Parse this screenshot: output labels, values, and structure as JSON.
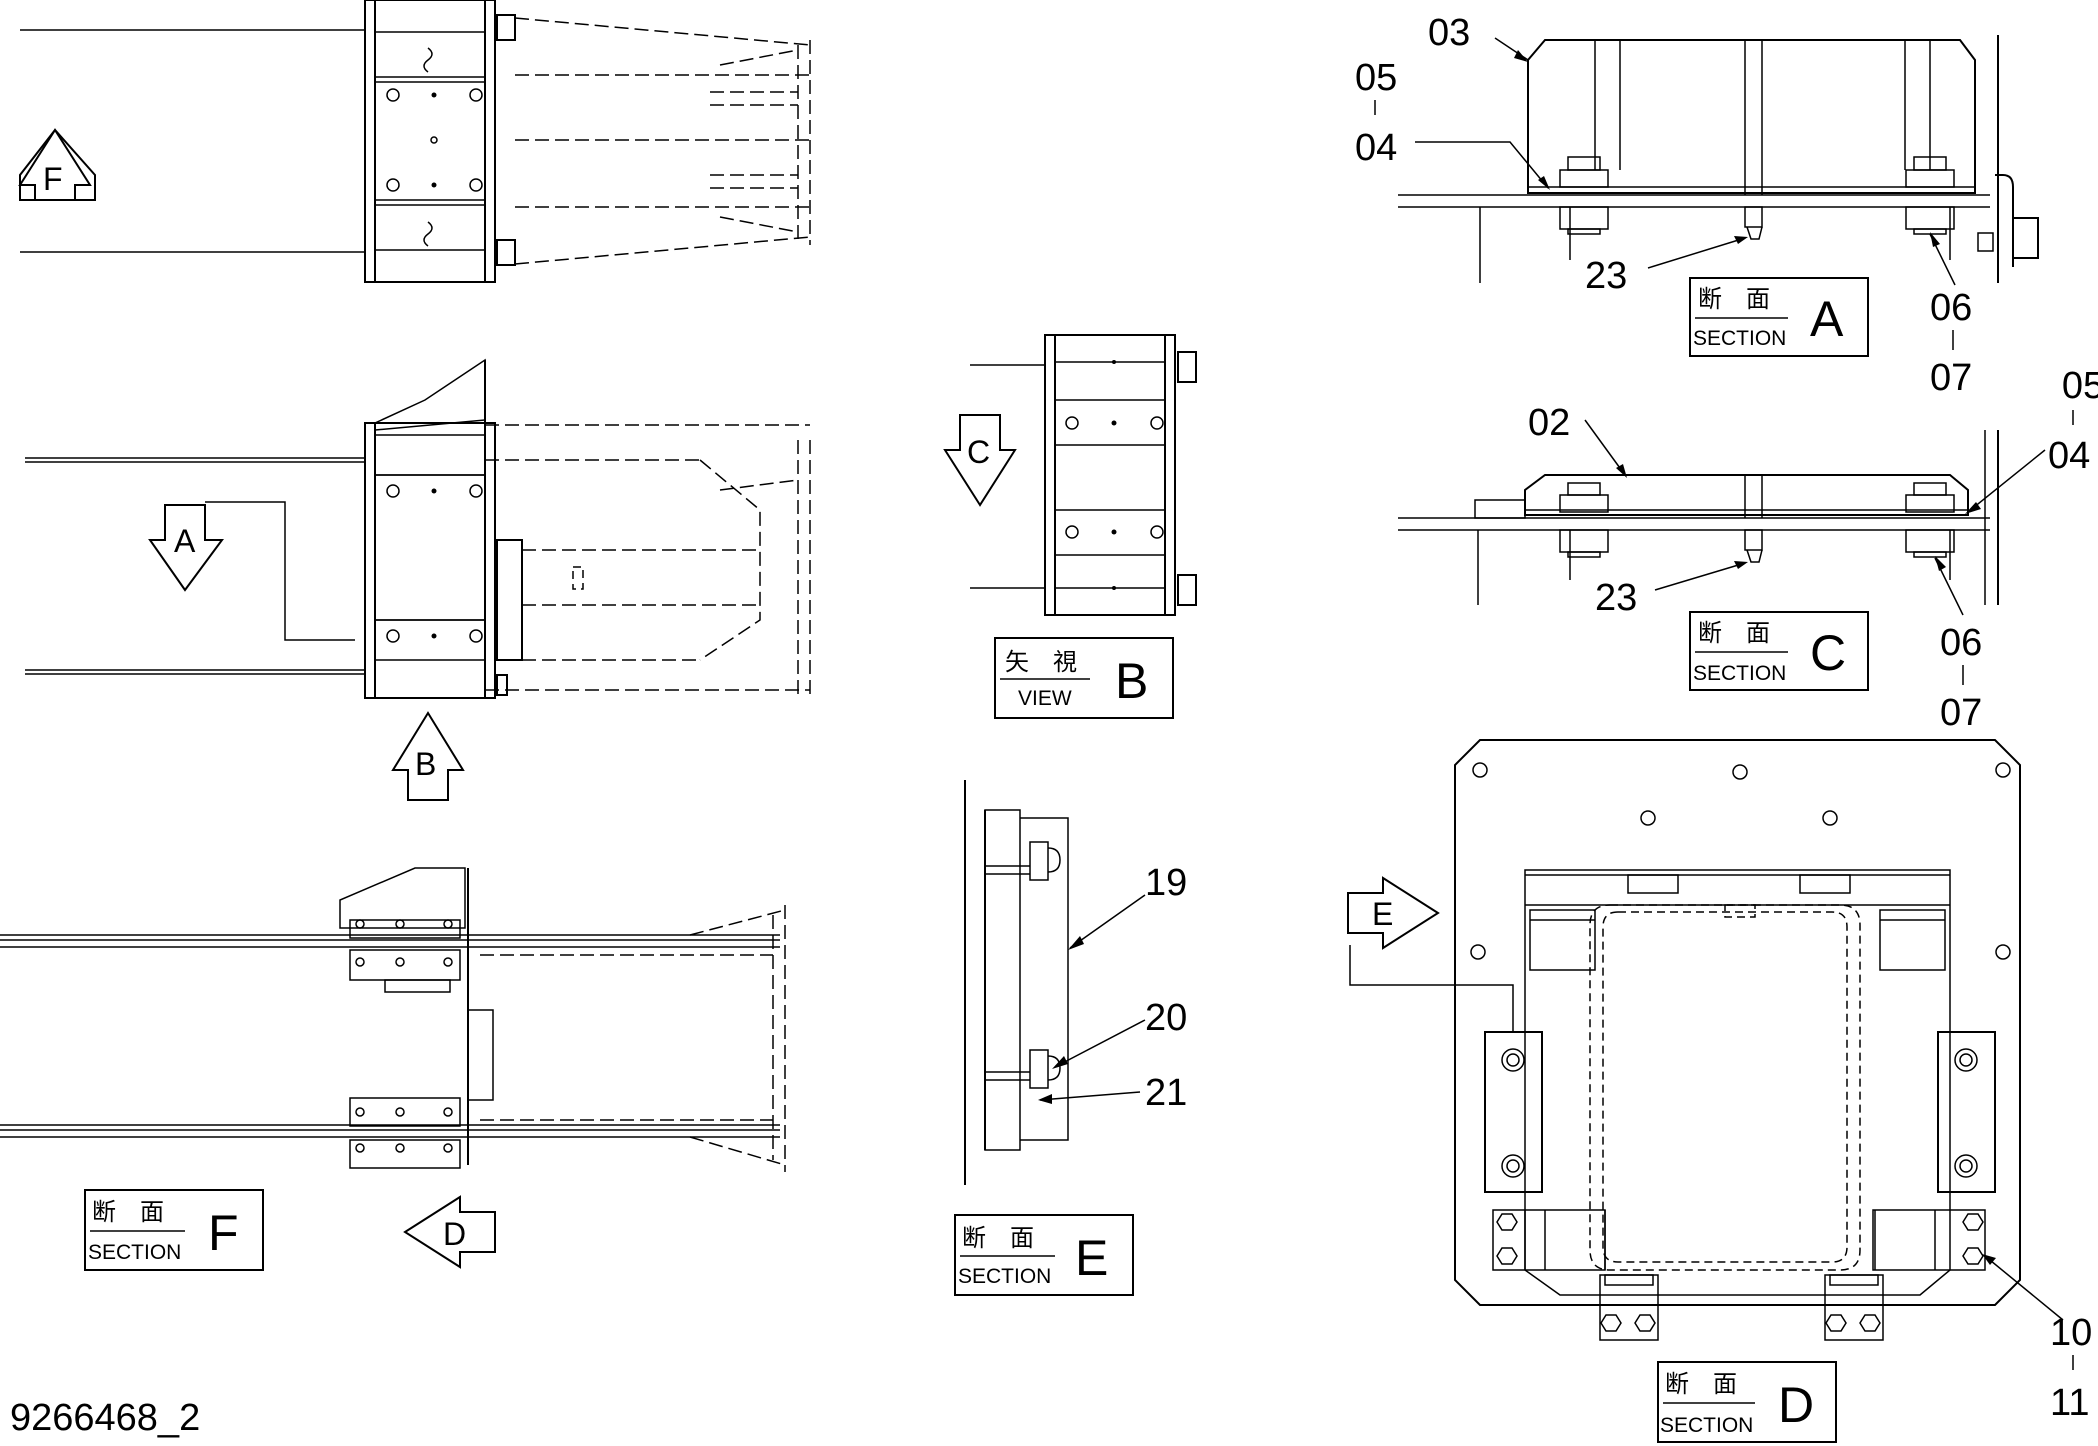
{
  "drawing_number": "9266468_2",
  "callouts": {
    "c03": "03",
    "c05a": "05",
    "c04a": "04",
    "c23a": "23",
    "c06a": "06",
    "c07a": "07",
    "c02": "02",
    "c05b": "05",
    "c04b": "04",
    "c23b": "23",
    "c06b": "06",
    "c07b": "07",
    "c19": "19",
    "c20": "20",
    "c21": "21",
    "c10": "10",
    "c11": "11"
  },
  "view_arrows": {
    "F": "F",
    "A": "A",
    "B": "B",
    "C": "C",
    "D": "D",
    "E": "E"
  },
  "title_boxes": {
    "section_a": {
      "jp": "断　面",
      "en": "SECTION",
      "letter": "A"
    },
    "section_c": {
      "jp": "断　面",
      "en": "SECTION",
      "letter": "C"
    },
    "view_b": {
      "jp": "矢　視",
      "en": "VIEW",
      "letter": "B"
    },
    "section_f": {
      "jp": "断　面",
      "en": "SECTION",
      "letter": "F"
    },
    "section_e": {
      "jp": "断　面",
      "en": "SECTION",
      "letter": "E"
    },
    "section_d": {
      "jp": "断　面",
      "en": "SECTION",
      "letter": "D"
    }
  }
}
